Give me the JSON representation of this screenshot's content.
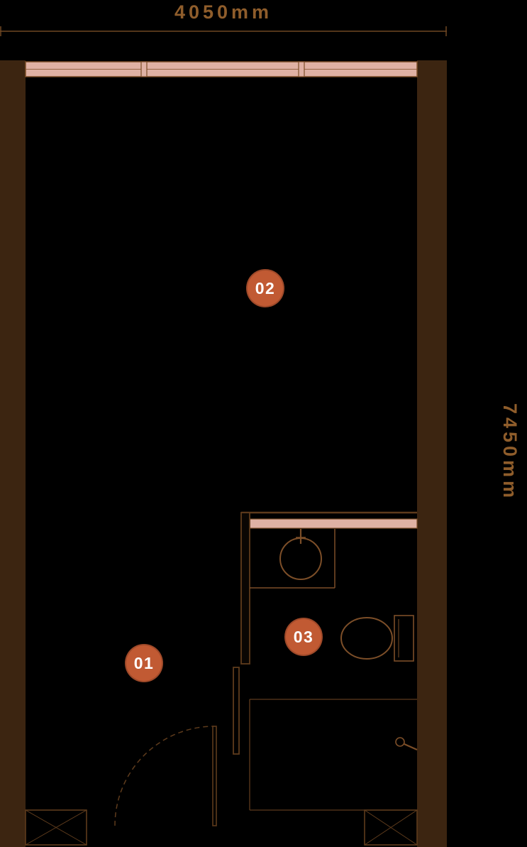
{
  "plan": {
    "dimension_width_label": "4050mm",
    "dimension_height_label": "7450mm",
    "markers": [
      {
        "label": "01"
      },
      {
        "label": "02"
      },
      {
        "label": "03"
      }
    ],
    "fixtures": {
      "window": "window-band",
      "entry_door": "entry-door-swing",
      "bathroom_door": "bathroom-door-leaf",
      "sink": "sink-basin-icon",
      "toilet": "toilet-icon",
      "shower": "shower-valve-icon",
      "columns": [
        "hatched-column-left",
        "hatched-column-right"
      ]
    },
    "colors": {
      "background": "#000000",
      "wall_fill": "#3c2511",
      "wall_line": "#5e3b1c",
      "fixture_line": "#7c4e28",
      "window_fill": "#dfb1a4",
      "dimension_text": "#8f5d2b",
      "dimension_line": "#6f4723",
      "marker_fill": "#c15a33",
      "marker_text": "#ffffff"
    }
  }
}
